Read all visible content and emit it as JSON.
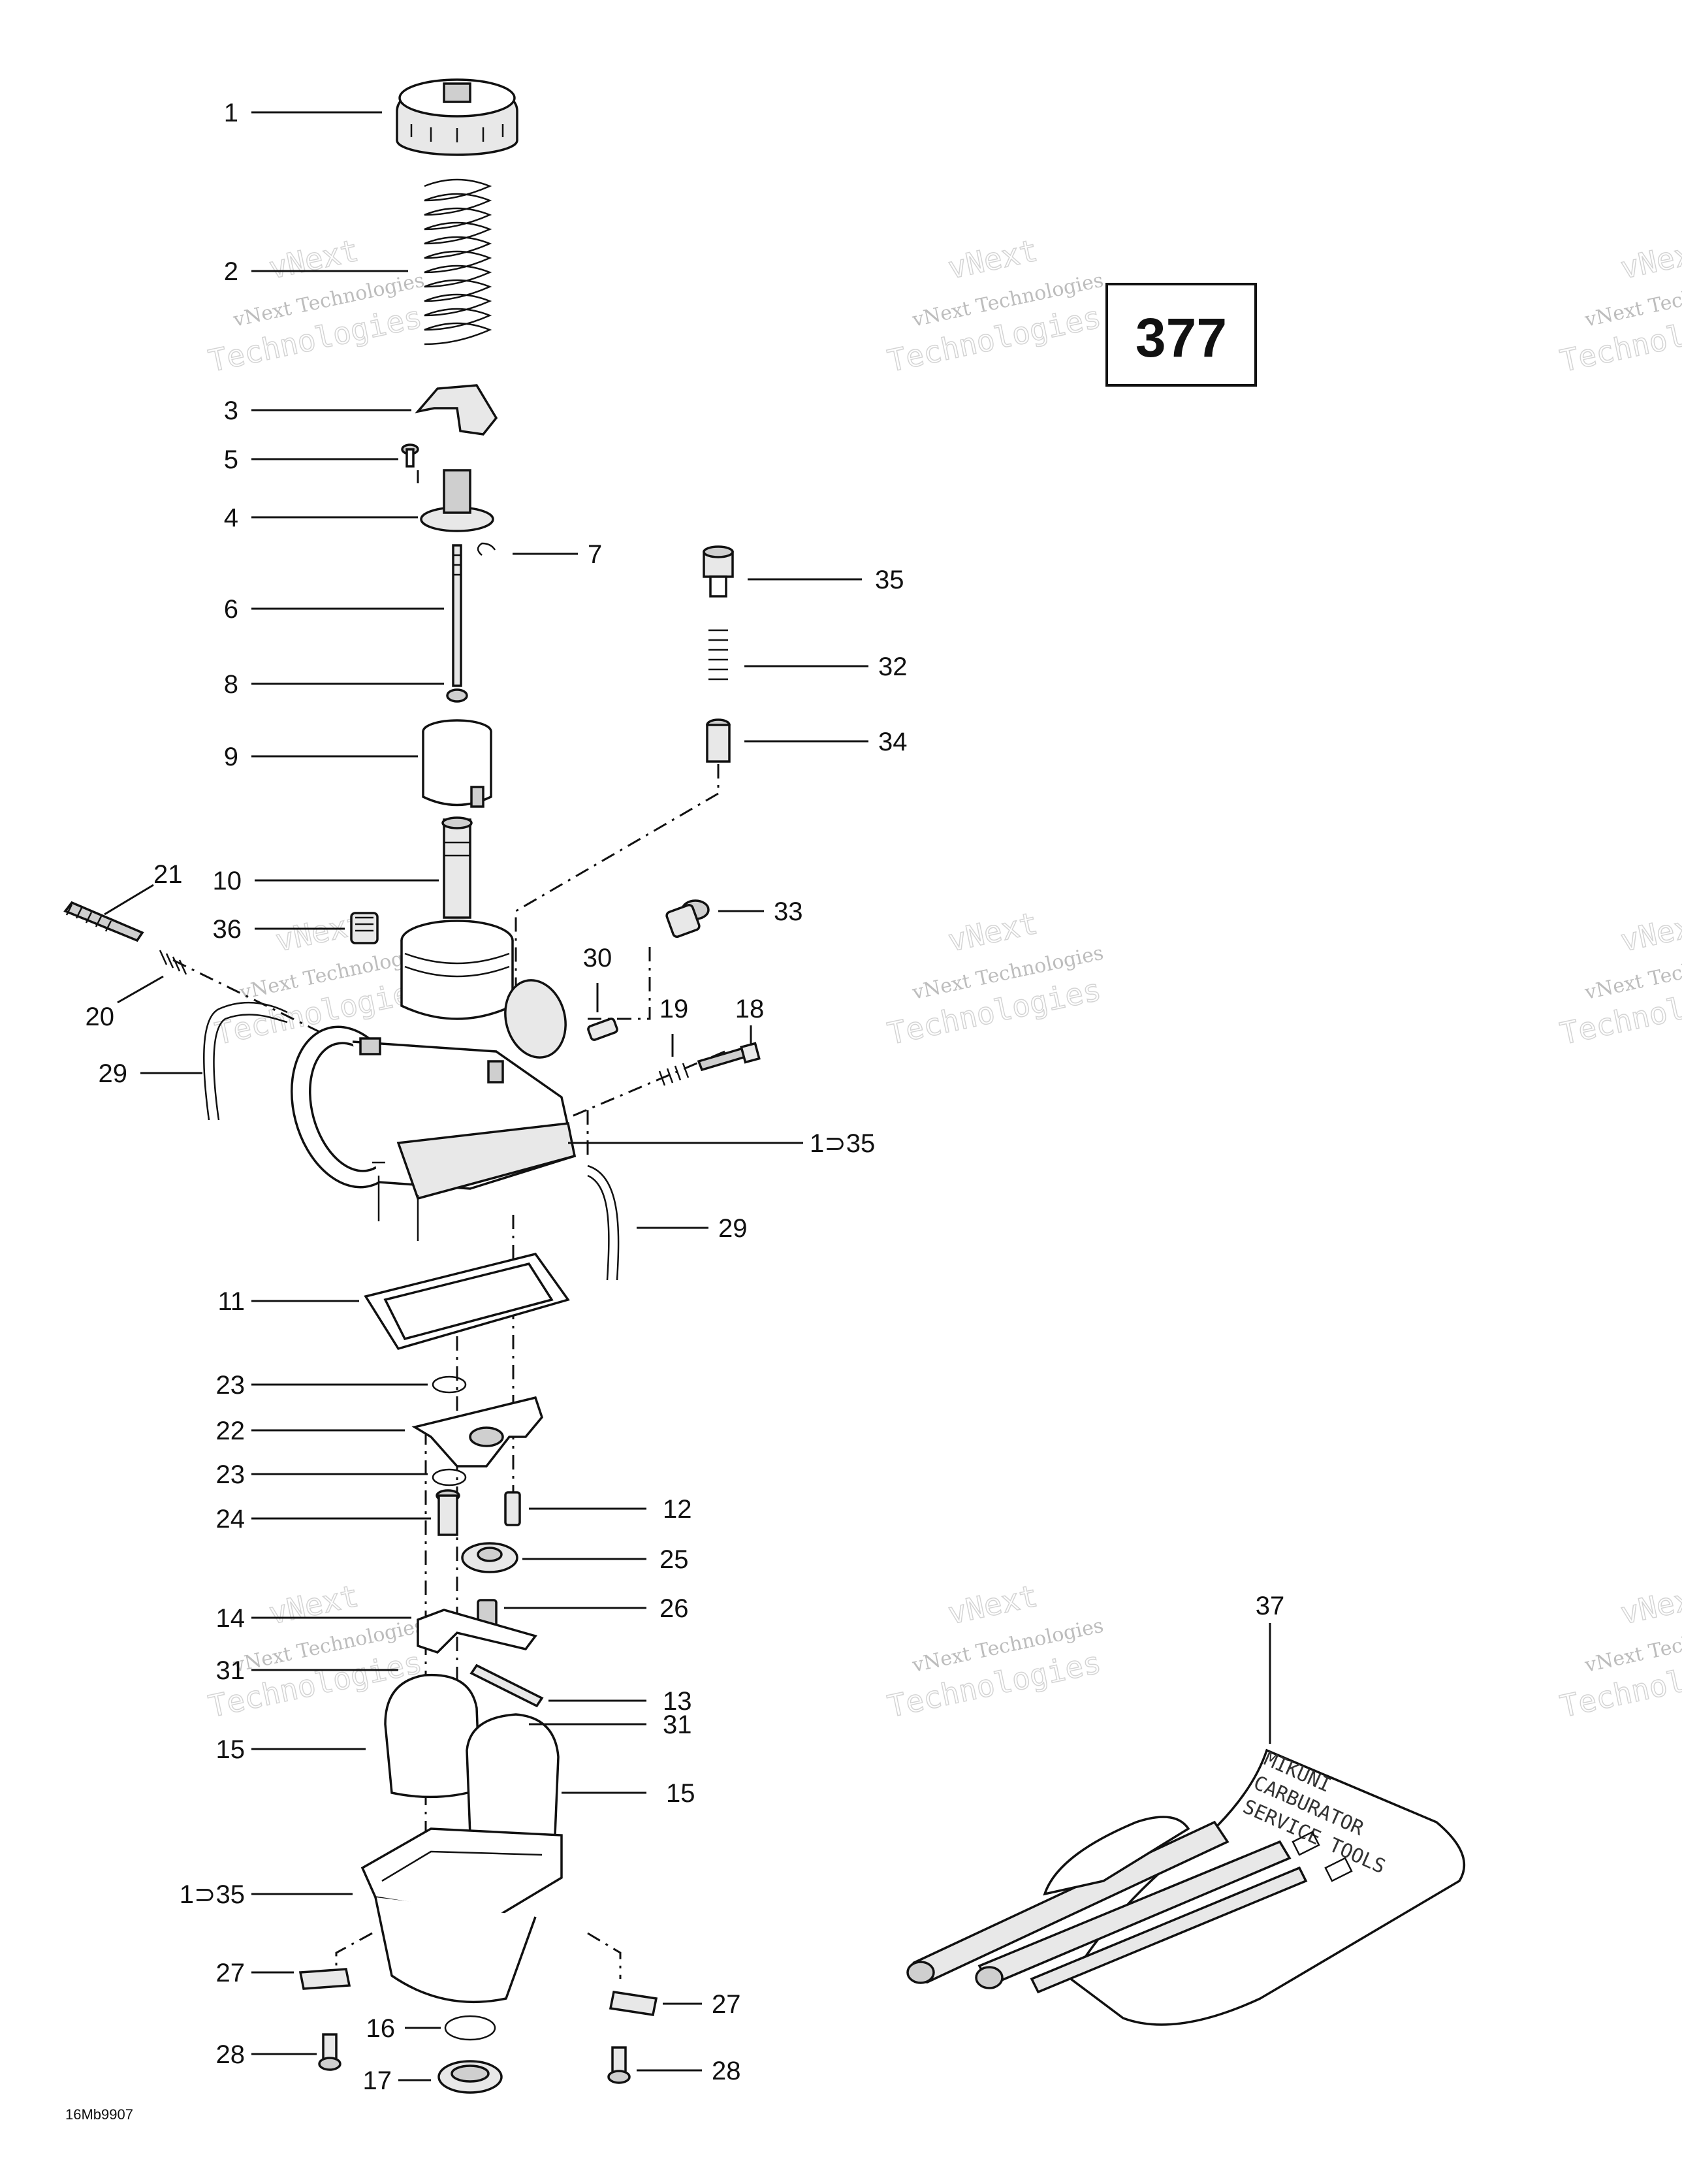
{
  "page_number": "377",
  "drawing_code": "16Mb9907",
  "watermark": {
    "line1": "vNext Technologies",
    "line2": "Technologies",
    "corner": "vNext"
  },
  "kit_label": [
    "MIKUNI",
    "CARBURATOR",
    "SERVICE TOOLS"
  ],
  "callouts": [
    {
      "text": "1"
    },
    {
      "text": "2"
    },
    {
      "text": "3"
    },
    {
      "text": "5"
    },
    {
      "text": "4"
    },
    {
      "text": "7"
    },
    {
      "text": "6"
    },
    {
      "text": "8"
    },
    {
      "text": "9"
    },
    {
      "text": "10"
    },
    {
      "text": "21"
    },
    {
      "text": "36"
    },
    {
      "text": "20"
    },
    {
      "text": "29"
    },
    {
      "text": "35"
    },
    {
      "text": "32"
    },
    {
      "text": "34"
    },
    {
      "text": "33"
    },
    {
      "text": "30"
    },
    {
      "text": "19"
    },
    {
      "text": "18"
    },
    {
      "text": "1⊃35"
    },
    {
      "text": "29"
    },
    {
      "text": "11"
    },
    {
      "text": "23"
    },
    {
      "text": "22"
    },
    {
      "text": "23"
    },
    {
      "text": "24"
    },
    {
      "text": "12"
    },
    {
      "text": "25"
    },
    {
      "text": "14"
    },
    {
      "text": "26"
    },
    {
      "text": "31"
    },
    {
      "text": "13"
    },
    {
      "text": "31"
    },
    {
      "text": "15"
    },
    {
      "text": "15"
    },
    {
      "text": "1⊃35"
    },
    {
      "text": "27"
    },
    {
      "text": "27"
    },
    {
      "text": "16"
    },
    {
      "text": "28"
    },
    {
      "text": "17"
    },
    {
      "text": "28"
    },
    {
      "text": "37"
    }
  ]
}
